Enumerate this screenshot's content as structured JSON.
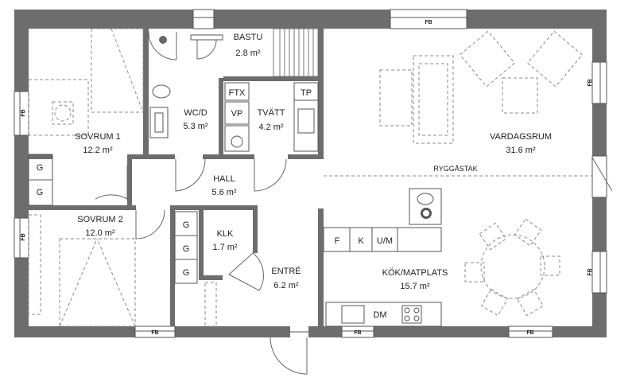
{
  "rooms": {
    "sovrum1": {
      "name": "SOVRUM 1",
      "area": "12.2 m²"
    },
    "wcd": {
      "name": "WC/D",
      "area": "5.3 m²"
    },
    "bastu": {
      "name": "BASTU",
      "area": "2.8 m²"
    },
    "tvatt": {
      "name": "TVÄTT",
      "area": "4.2 m²"
    },
    "vardagsrum": {
      "name": "VARDAGSRUM",
      "area": "31.6 m²"
    },
    "hall": {
      "name": "HALL",
      "area": "5.6 m²"
    },
    "sovrum2": {
      "name": "SOVRUM 2",
      "area": "12.0 m²"
    },
    "klk": {
      "name": "KLK",
      "area": "1.7 m²"
    },
    "entre": {
      "name": "ENTRÉ",
      "area": "6.2 m²"
    },
    "kok": {
      "name": "KÖK/MATPLATS",
      "area": "15.7 m²"
    }
  },
  "labels": {
    "ftx": "FTX",
    "tp": "TP",
    "vp": "VP",
    "ryggastak": "RYGGÅSTAK",
    "g": "G",
    "f": "F",
    "k": "K",
    "um": "U/M",
    "dm": "DM",
    "fb": "FB"
  }
}
